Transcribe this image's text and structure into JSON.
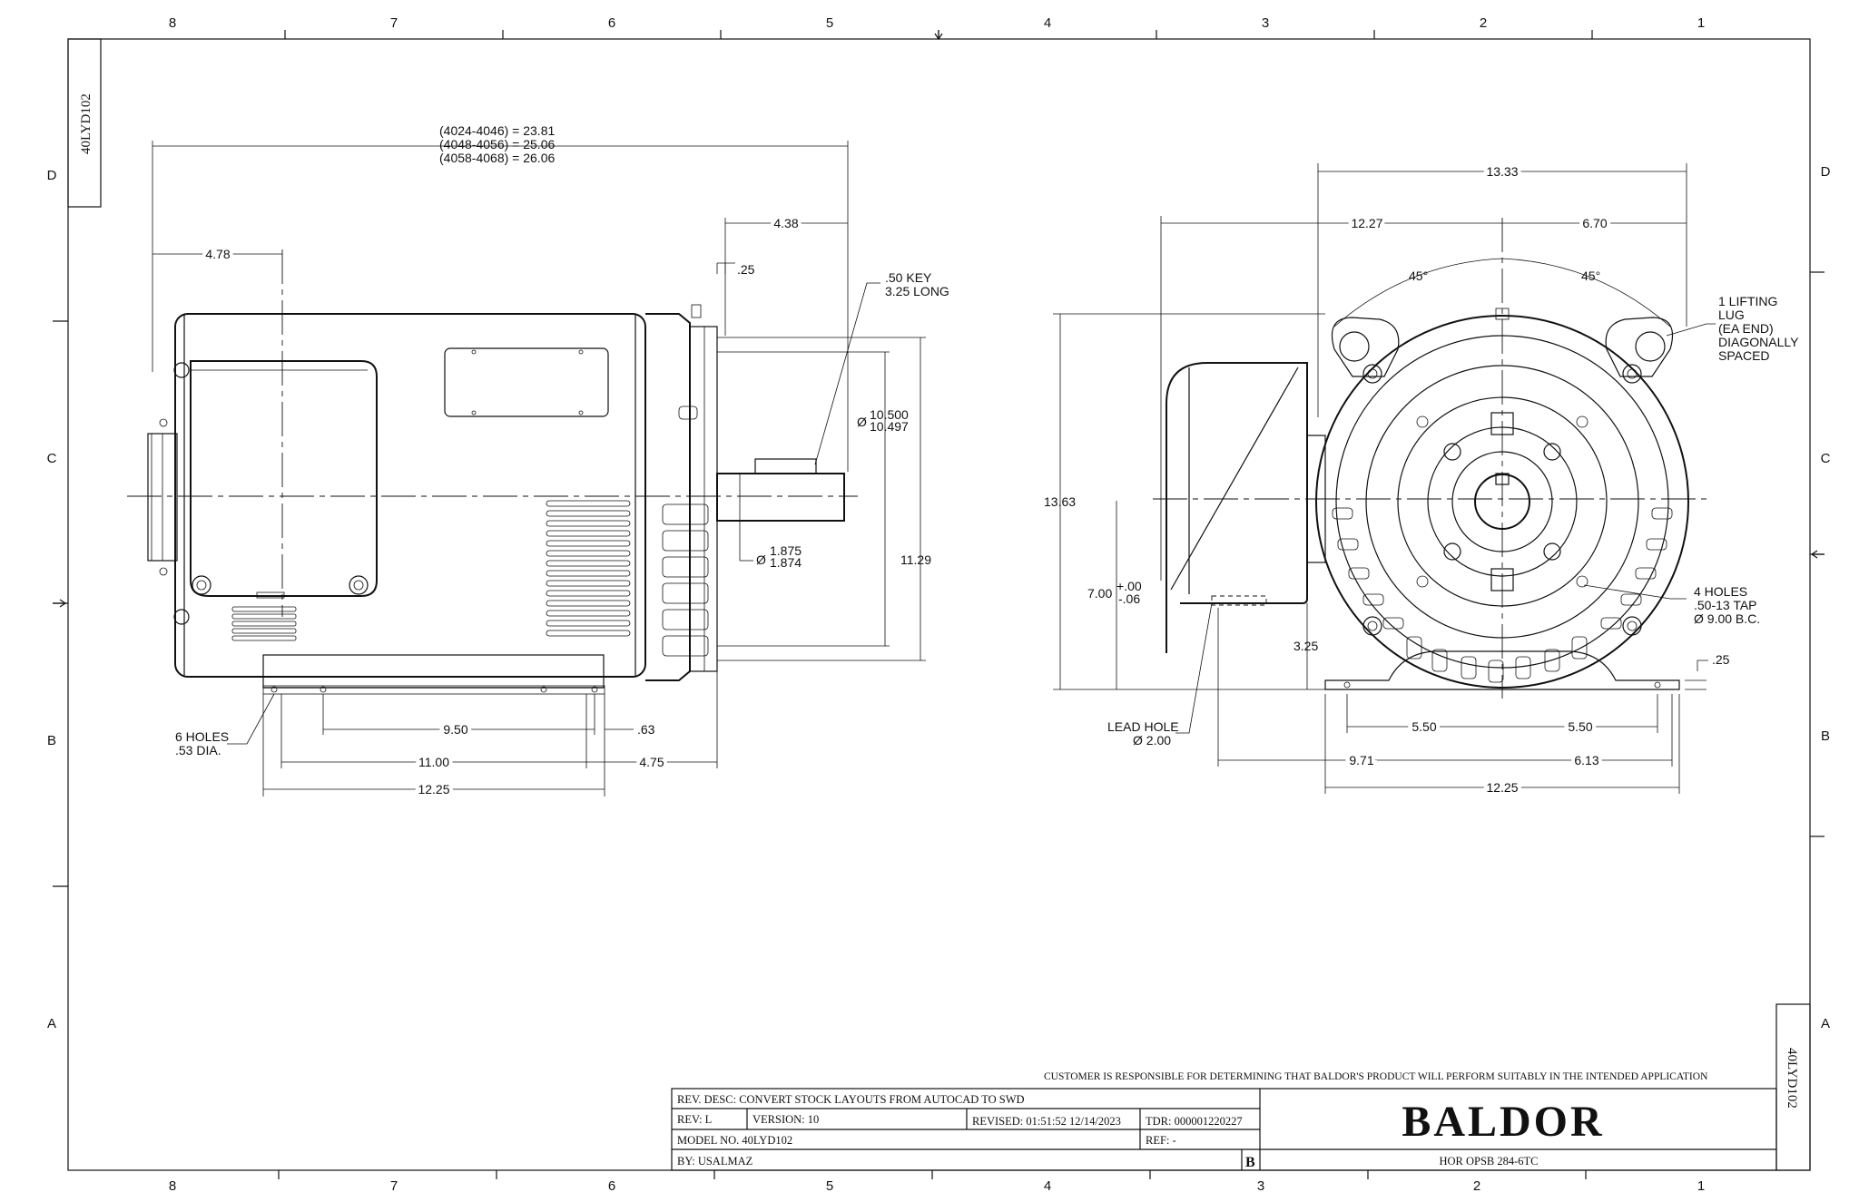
{
  "zones": {
    "columns": [
      "8",
      "7",
      "6",
      "5",
      "4",
      "3",
      "2",
      "1"
    ],
    "rows": [
      "D",
      "C",
      "B",
      "A"
    ]
  },
  "drawing_number": "40LYD102",
  "side_view": {
    "overall_lengths": [
      "(4024-4046) = 23.81",
      "(4048-4056) = 25.06",
      "(4058-4068) = 26.06"
    ],
    "dim_4_78": "4.78",
    "dim_4_38": "4.38",
    "dim_25": ".25",
    "key_note": [
      ".50 KEY",
      "3.25 LONG"
    ],
    "pilot_dia": [
      "10.500",
      "10.497"
    ],
    "shaft_dia": [
      "1.875",
      "1.874"
    ],
    "dim_11_29": "11.29",
    "holes_note": [
      "6 HOLES",
      ".53 DIA."
    ],
    "dim_9_50": "9.50",
    "dim_63": ".63",
    "dim_11_00": "11.00",
    "dim_4_75": "4.75",
    "dim_12_25": "12.25",
    "dia_symbol": "Ø"
  },
  "end_view": {
    "dim_13_33": "13.33",
    "dim_12_27": "12.27",
    "dim_6_70": "6.70",
    "angle_left": "45°",
    "angle_right": "45°",
    "lifting_note": [
      "1 LIFTING",
      "LUG",
      "(EA END)",
      "DIAGONALLY",
      "SPACED"
    ],
    "dim_13_63": "13.63",
    "shaft_height": "7.00",
    "shaft_tol_plus": "+.00",
    "shaft_tol_minus": "-.06",
    "dim_3_25": "3.25",
    "tap_note": [
      "4 HOLES",
      ".50-13 TAP",
      "Ø 9.00 B.C."
    ],
    "dim_25": ".25",
    "lead_hole": [
      "LEAD HOLE",
      "Ø 2.00"
    ],
    "dim_5_50_left": "5.50",
    "dim_5_50_right": "5.50",
    "dim_9_71": "9.71",
    "dim_6_13": "6.13",
    "dim_12_25": "12.25"
  },
  "title_block": {
    "disclaimer": "CUSTOMER IS RESPONSIBLE FOR DETERMINING THAT BALDOR'S PRODUCT WILL PERFORM SUITABLY IN THE INTENDED APPLICATION",
    "rev_desc": "REV. DESC: CONVERT STOCK LAYOUTS FROM AUTOCAD TO SWD",
    "rev": "REV:  L",
    "version": "VERSION:  10",
    "revised": "REVISED:  01:51:52 12/14/2023",
    "tdr": "TDR:  000001220227",
    "model_no": "MODEL NO.  40LYD102",
    "ref": "REF:  -",
    "by": "BY: USALMAZ",
    "sheet_size": "B",
    "brand": "BALDOR",
    "description": "HOR OPSB 284-6TC"
  }
}
